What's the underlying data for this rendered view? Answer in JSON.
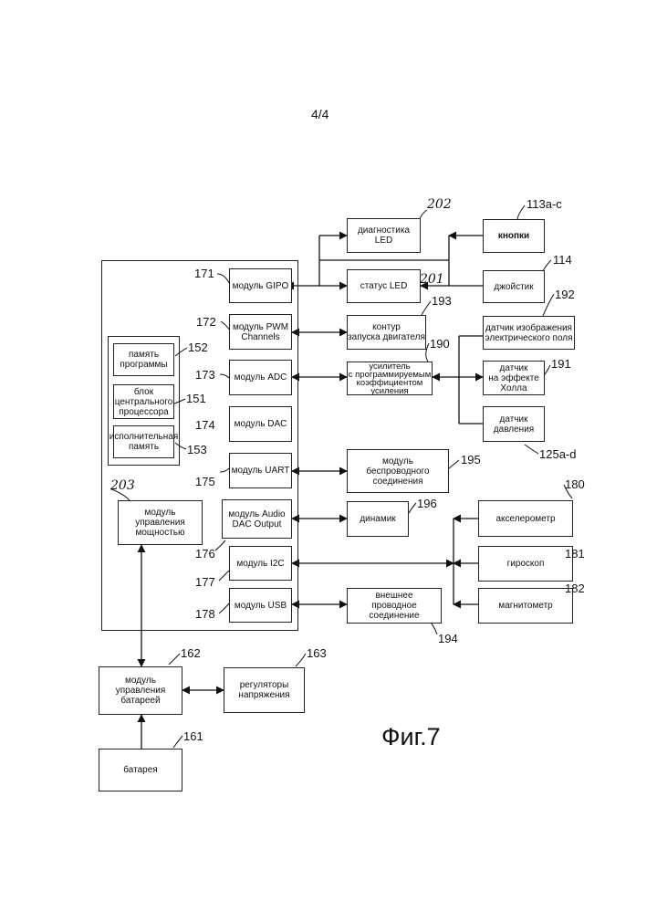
{
  "page_number": "4/4",
  "figure_label": "Фиг.7",
  "mcu_blocks": {
    "gipo": "модуль GIPO",
    "pwm": "модуль PWM\nChannels",
    "adc": "модуль ADC",
    "dac": "модуль DAC",
    "uart": "модуль UART",
    "audio": "модуль Audio\nDAC Output",
    "i2c": "модуль I2C",
    "usb": "модуль USB"
  },
  "core_blocks": {
    "program_memory": "память\nпрограммы",
    "cpu": "блок\nцентрального\nпроцессора",
    "exec_memory": "исполнительная\nпамять"
  },
  "power_blocks": {
    "power_module": "модуль\nуправления\nмощностью",
    "battery_module": "модуль\nуправления\nбатареей",
    "regulators": "регуляторы\nнапряжения",
    "battery": "батарея"
  },
  "peripherals": {
    "diag_led": "диагностика\nLED",
    "status_led": "статус LED",
    "buttons": "кнопки",
    "joystick": "джойстик",
    "motor": "контур\nзапуска двигателя",
    "amplifier": "усилитель\nс программируемым\nкоэффициентом\nусиления",
    "efield_sensor": "датчик изображения\nэлектрического поля",
    "hall_sensor": "датчик\nна эффекте\nХолла",
    "pressure_sensor": "датчик\nдавления",
    "wireless": "модуль\nбеспроводного\nсоединения",
    "speaker": "динамик",
    "accelerometer": "акселерометр",
    "gyroscope": "гироскоп",
    "magnetometer": "магнитометр",
    "wired": "внешнее\nпроводное соединение"
  },
  "refs": {
    "r171": "171",
    "r172": "172",
    "r173": "173",
    "r174": "174",
    "r175": "175",
    "r176": "176",
    "r177": "177",
    "r178": "178",
    "r152": "152",
    "r151": "151",
    "r153": "153",
    "r203": "203",
    "r162": "162",
    "r163": "163",
    "r161": "161",
    "r202": "202",
    "r201": "201",
    "r113": "113a-c",
    "r114": "114",
    "r193": "193",
    "r192": "192",
    "r190": "190",
    "r191": "191",
    "r125": "125a-d",
    "r195": "195",
    "r196": "196",
    "r194": "194",
    "r180": "180",
    "r181": "181",
    "r182": "182"
  }
}
